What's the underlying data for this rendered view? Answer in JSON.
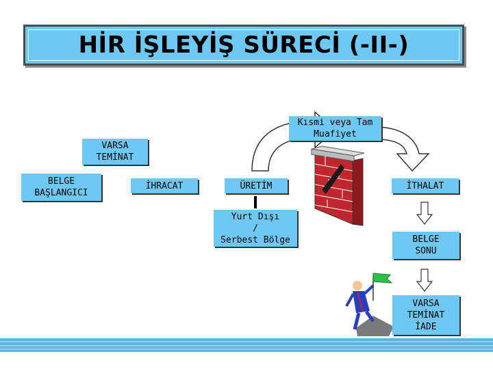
{
  "title": "HİR İŞLEYİŞ SÜRECİ (-II-)",
  "nodes": {
    "teminat_top": {
      "line1": "VARSA",
      "line2": "TEMİNAT"
    },
    "belge_baslangici": {
      "line1": "BELGE",
      "line2": "BAŞLANGICI"
    },
    "ihracat": "İHRACAT",
    "uretim": "ÜRETİM",
    "muafiyet": {
      "line1": "Kısmi veya Tam",
      "line2": "Muafiyet"
    },
    "ithalat": "İTHALAT",
    "yurt_disi": {
      "line1": "Yurt Dışı",
      "line2": "/",
      "line3": "Serbest Bölge"
    },
    "belge_sonu": {
      "line1": "BELGE",
      "line2": "SONU"
    },
    "teminat_iade": {
      "line1": "VARSA",
      "line2": "TEMİNAT",
      "line3": "İADE"
    }
  },
  "colors": {
    "box": "#6fc8f3",
    "brick": "#c0282d",
    "flag": "#2fbf4a",
    "suit": "#2a3fbf",
    "water": "#5bb6e6"
  }
}
